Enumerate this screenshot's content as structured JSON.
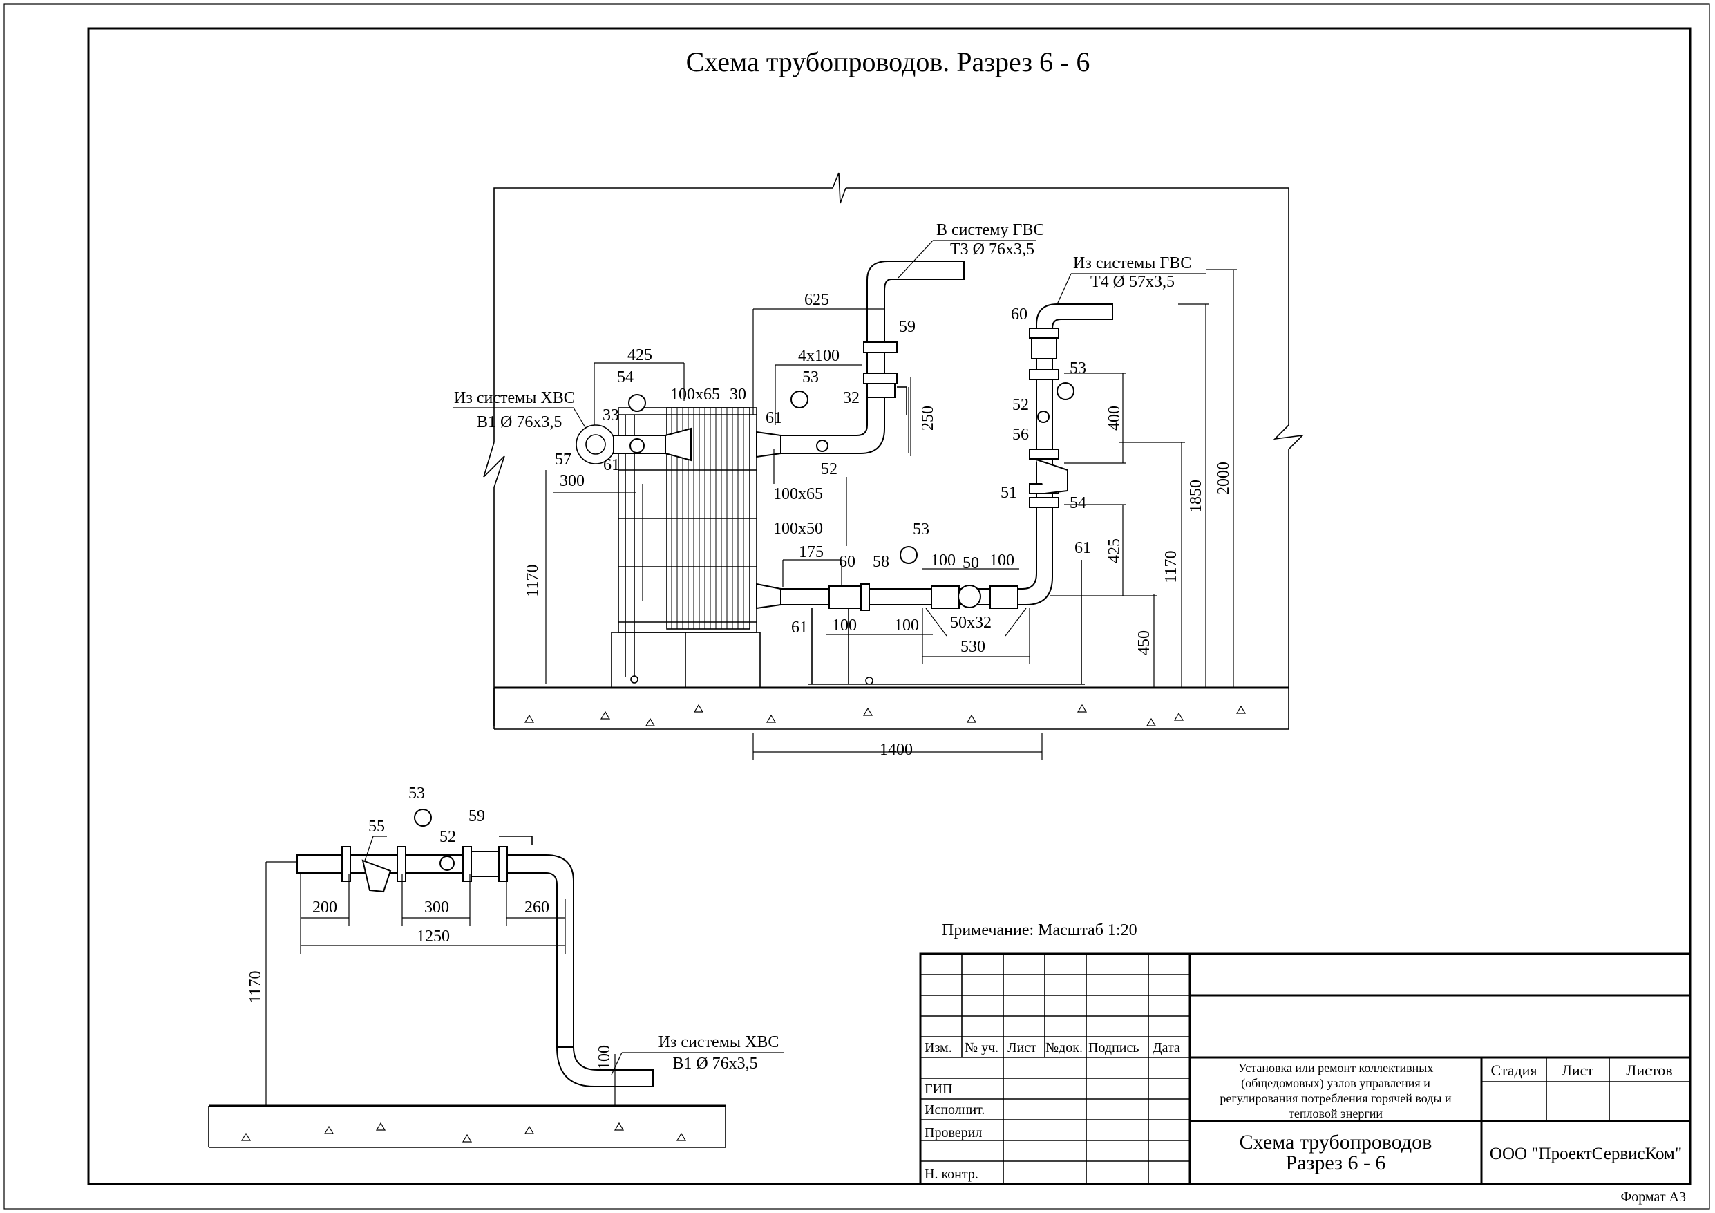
{
  "title": "Схема трубопроводов. Разрез 6 - 6",
  "note": "Примечание: Масштаб 1:20",
  "format": "Формат А3",
  "labels": {
    "gvs_out_line1": "В систему ГВС",
    "gvs_out_line2": "Т3 Ø 76х3,5",
    "gvs_in_line1": "Из системы ГВС",
    "gvs_in_line2": "Т4 Ø 57х3,5",
    "hvs_in_line1": "Из системы ХВС",
    "hvs_in_line2": "В1 Ø 76х3,5",
    "hvs_lower_line1": "Из системы ХВС",
    "hvs_lower_line2": "В1 Ø 76х3,5"
  },
  "dimensions_main": {
    "d425": "425",
    "d625": "625",
    "d4x100": "4х100",
    "d100x65_top": "100х65",
    "d100x65_bot": "100х65",
    "d300": "300",
    "d1170_left": "1170",
    "d250": "250",
    "d100x50": "100х50",
    "d175": "175",
    "d100_a": "100",
    "d100_b": "100",
    "d100_c": "100",
    "d50": "50",
    "d100_d": "100",
    "d50x32": "50х32",
    "d530": "530",
    "d1400": "1400",
    "d400": "400",
    "d425_right": "425",
    "d450": "450",
    "d1170_right": "1170",
    "d1850": "1850",
    "d2000": "2000"
  },
  "positions_main": {
    "p54": "54",
    "p33": "33",
    "p57": "57",
    "p61_a": "61",
    "p30": "30",
    "p53_a": "53",
    "p61_b": "61",
    "p32": "32",
    "p52_a": "52",
    "p59": "59",
    "p60_a": "60",
    "p53_b": "53",
    "p52_b": "52",
    "p56": "56",
    "p51": "51",
    "p54_b": "54",
    "p61_c": "61",
    "p60_b": "60",
    "p58": "58",
    "p53_c": "53",
    "p61_d": "61"
  },
  "lower": {
    "p53": "53",
    "p55": "55",
    "p52": "52",
    "p59": "59",
    "d200": "200",
    "d300": "300",
    "d260": "260",
    "d1250": "1250",
    "d1170": "1170",
    "d100": "100"
  },
  "stamp": {
    "cols": [
      "Изм.",
      "№ уч.",
      "Лист",
      "№док.",
      "Подпись",
      "Дата"
    ],
    "roles": [
      "ГИП",
      "Исполнит.",
      "Проверил",
      "Н. контр."
    ],
    "project": [
      "Установка или ремонт коллективных",
      "(общедомовых) узлов управления и",
      "регулирования потребления горячей воды и",
      "тепловой энергии"
    ],
    "stage_hdr": "Стадия",
    "sheet_hdr": "Лист",
    "sheets_hdr": "Листов",
    "drawing_title_1": "Схема трубопроводов",
    "drawing_title_2": "Разрез 6 - 6",
    "company": "ООО \"ПроектСервисКом\""
  }
}
